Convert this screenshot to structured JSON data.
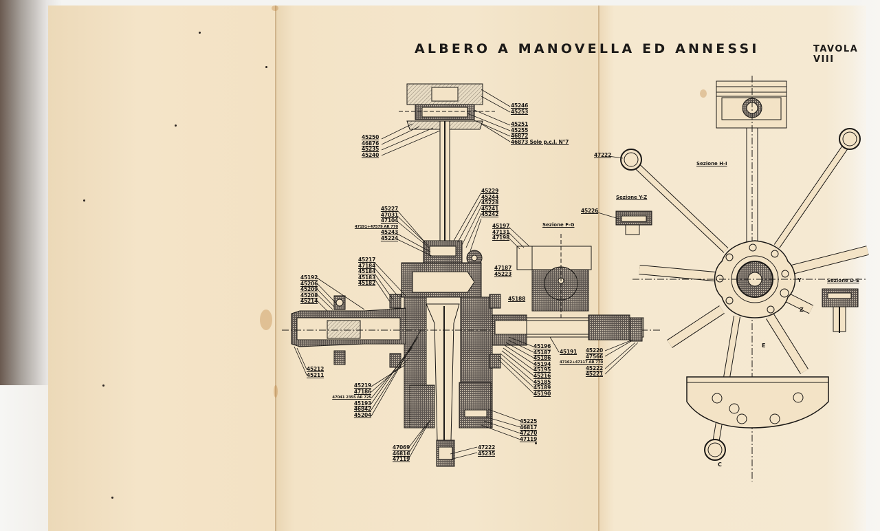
{
  "document": {
    "title": "ALBERO A MANOVELLA ED ANNESSI",
    "plate": "TAVOLA VIII",
    "paper_color": "#f3e3c6",
    "ink_color": "#1a1816"
  },
  "sections": {
    "f_g": "Sezione F-G",
    "h_i": "Sezione H-I",
    "y_z": "Sezione Y-Z",
    "d_e": "Sezione D-E"
  },
  "piston_top": {
    "right_labels": [
      "45246",
      "45253",
      "45251",
      "45255",
      "46872",
      "46873 Solo p.c.l. N°7"
    ],
    "left_labels": [
      "45250",
      "46876",
      "45235",
      "45240"
    ]
  },
  "rod_upper": {
    "left_labels": [
      "45227",
      "47031",
      "47104",
      "47191+47579 AR 770",
      "45243",
      "45224"
    ],
    "right_labels": [
      "45229",
      "45244",
      "45228",
      "45241",
      "45242"
    ]
  },
  "counterweight": {
    "labels": [
      "45197",
      "47131",
      "47198"
    ],
    "lower_labels": [
      "47187",
      "45223"
    ]
  },
  "crank_front": {
    "labels": [
      "45217",
      "47184",
      "45184",
      "45183",
      "45182"
    ]
  },
  "front_bearing": {
    "labels": [
      "45192",
      "45206",
      "45209",
      "45208",
      "45214"
    ]
  },
  "nose": {
    "labels": [
      "45212",
      "45211"
    ]
  },
  "misc": {
    "label_45188": "45188",
    "label_45191": "45191"
  },
  "rear_shaft": {
    "left_labels": [
      "45196",
      "45187",
      "45186",
      "45194",
      "45195",
      "45216",
      "45185",
      "45189",
      "45190"
    ],
    "right_labels": [
      "45220",
      "47566",
      "47162+47117 AR 770",
      "45222",
      "45221"
    ]
  },
  "crank_lower_left": {
    "labels": [
      "45219",
      "47186",
      "47041 2355 AR 725",
      "45193",
      "46842",
      "45204"
    ]
  },
  "crank_lower_right": {
    "labels": [
      "45225",
      "46817",
      "47270",
      "47119"
    ]
  },
  "web_bottom": {
    "labels": [
      "47069",
      "46816",
      "47119"
    ]
  },
  "big_end": {
    "labels": [
      "47222",
      "45235"
    ]
  },
  "radial_view": {
    "rod_label": "47222",
    "yz_label": "45226",
    "markers": [
      "Y",
      "Z",
      "E",
      "C"
    ]
  }
}
